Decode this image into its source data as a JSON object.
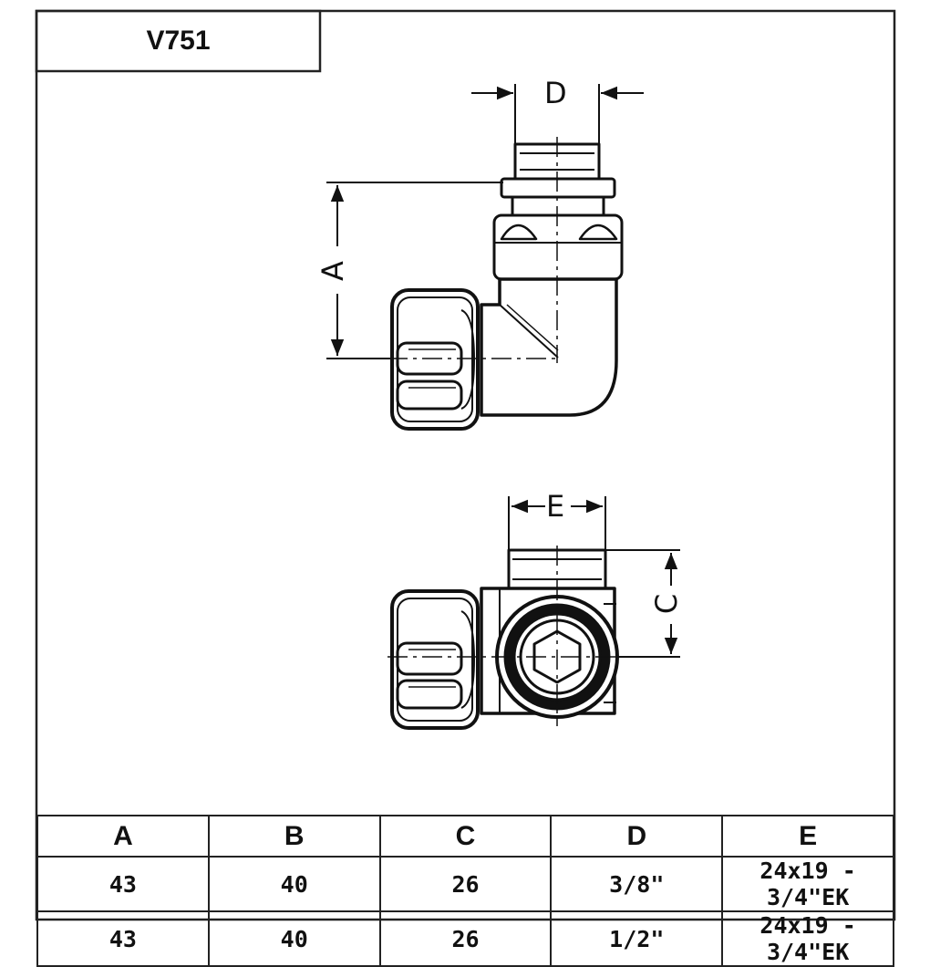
{
  "title": "V751",
  "dimension_labels": {
    "a": "A",
    "c": "C",
    "d": "D",
    "e": "E"
  },
  "table": {
    "headers": [
      "A",
      "B",
      "C",
      "D",
      "E"
    ],
    "rows": [
      [
        "43",
        "40",
        "26",
        "3/8\"",
        "24x19 - 3/4\"EK"
      ],
      [
        "43",
        "40",
        "26",
        "1/2\"",
        "24x19 - 3/4\"EK"
      ]
    ]
  }
}
